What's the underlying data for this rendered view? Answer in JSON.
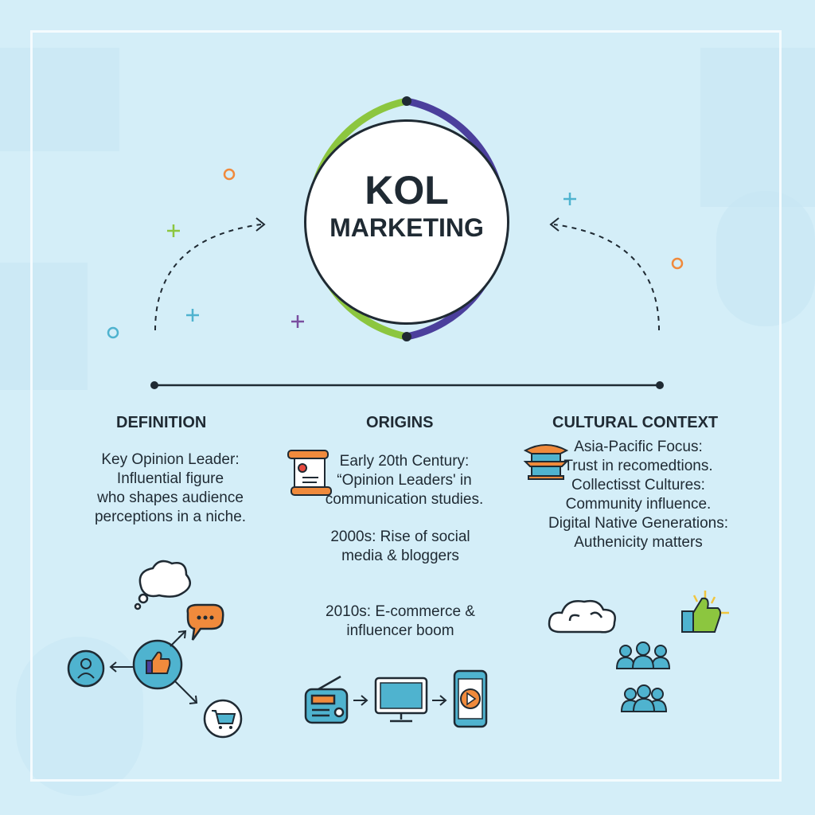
{
  "center": {
    "title": "KOL",
    "subtitle": "MARKETING",
    "icons": [
      "megaphone-icon",
      "globe-icon"
    ]
  },
  "columns": {
    "definition": {
      "heading": "DEFINITION",
      "lines": [
        "Key Opinion Leader:",
        "Influential figure",
        "who shapes audience",
        "perceptions in a niche."
      ]
    },
    "origins": {
      "heading": "ORIGINS",
      "block1": [
        "Early 20th Century:",
        "“Opinion Leaders' in",
        "communication studies."
      ],
      "block2": [
        "2000s: Rise of social",
        "media & bloggers"
      ],
      "block3": [
        "2010s: E-commerce &",
        "influencer boom"
      ]
    },
    "cultural": {
      "heading": "CULTURAL CONTEXT",
      "lines": [
        "Asia-Pacific Focus:",
        "Trust in recomedtions.",
        "Collectisst Cultures:",
        "Community influence.",
        "Digital Native Generations:",
        "Authenicity matters"
      ]
    }
  },
  "colors": {
    "background": "#d4eef8",
    "green": "#8cc63f",
    "purple": "#4b3f9c",
    "teal": "#4fb3cf",
    "orange": "#f08a3c",
    "ink": "#1f2a33"
  }
}
